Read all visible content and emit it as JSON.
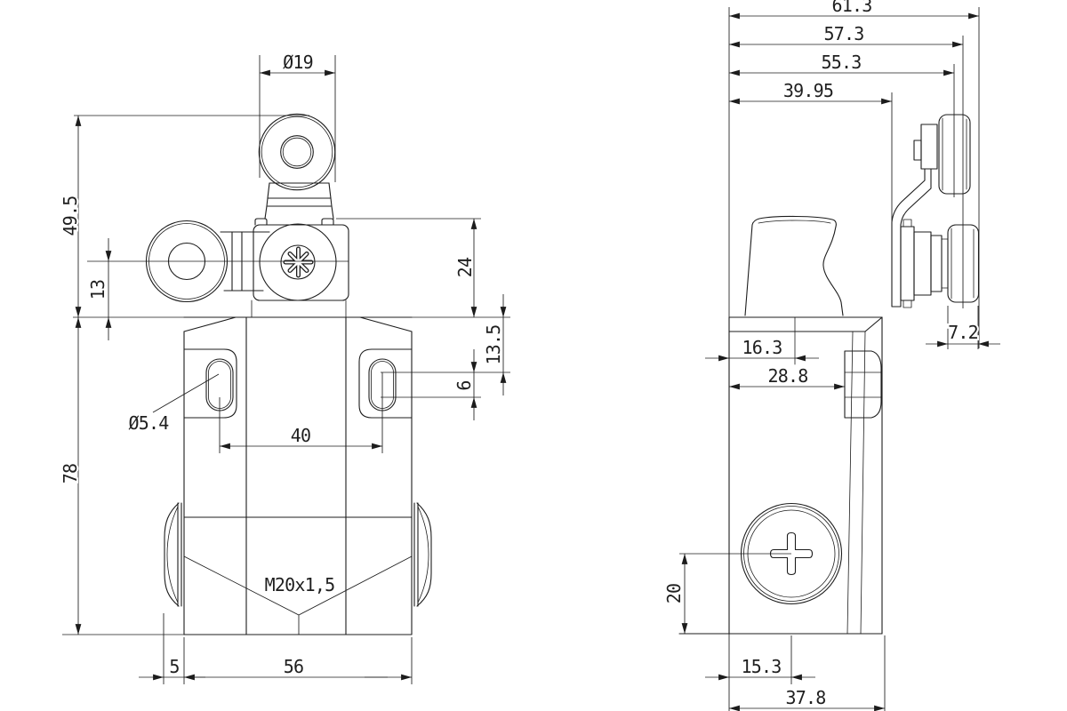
{
  "colors": {
    "line": "#1c1c1c",
    "background": "#ffffff",
    "text": "#1f1f1f"
  },
  "views": {
    "front": {
      "dims": {
        "roller_diameter": {
          "label": "Ø19"
        },
        "roller_height": {
          "label": "49.5"
        },
        "lever_center_offset": {
          "label": "13"
        },
        "head_height": {
          "label": "24"
        },
        "slot_center_top": {
          "label": "13.5"
        },
        "slot_length": {
          "label": "6"
        },
        "slot_spacing": {
          "label": "40"
        },
        "slot_width": {
          "label": "Ø5.4"
        },
        "body_height": {
          "label": "78"
        },
        "gland_thread": {
          "label": "M20x1,5"
        },
        "gland_protrusion": {
          "label": "5"
        },
        "body_width": {
          "label": "56"
        }
      }
    },
    "side": {
      "dims": {
        "depth_overall": {
          "label": "61.3"
        },
        "lower_roller_center_depth": {
          "label": "57.3"
        },
        "upper_roller_center_depth": {
          "label": "55.3"
        },
        "lever_plate_depth": {
          "label": "39.95"
        },
        "roller_width": {
          "label": "7.2"
        },
        "head_front_depth": {
          "label": "16.3"
        },
        "lug_face_depth": {
          "label": "28.8"
        },
        "screw_center_height": {
          "label": "20"
        },
        "screw_center_offset": {
          "label": "15.3"
        },
        "body_depth": {
          "label": "37.8"
        }
      }
    }
  }
}
